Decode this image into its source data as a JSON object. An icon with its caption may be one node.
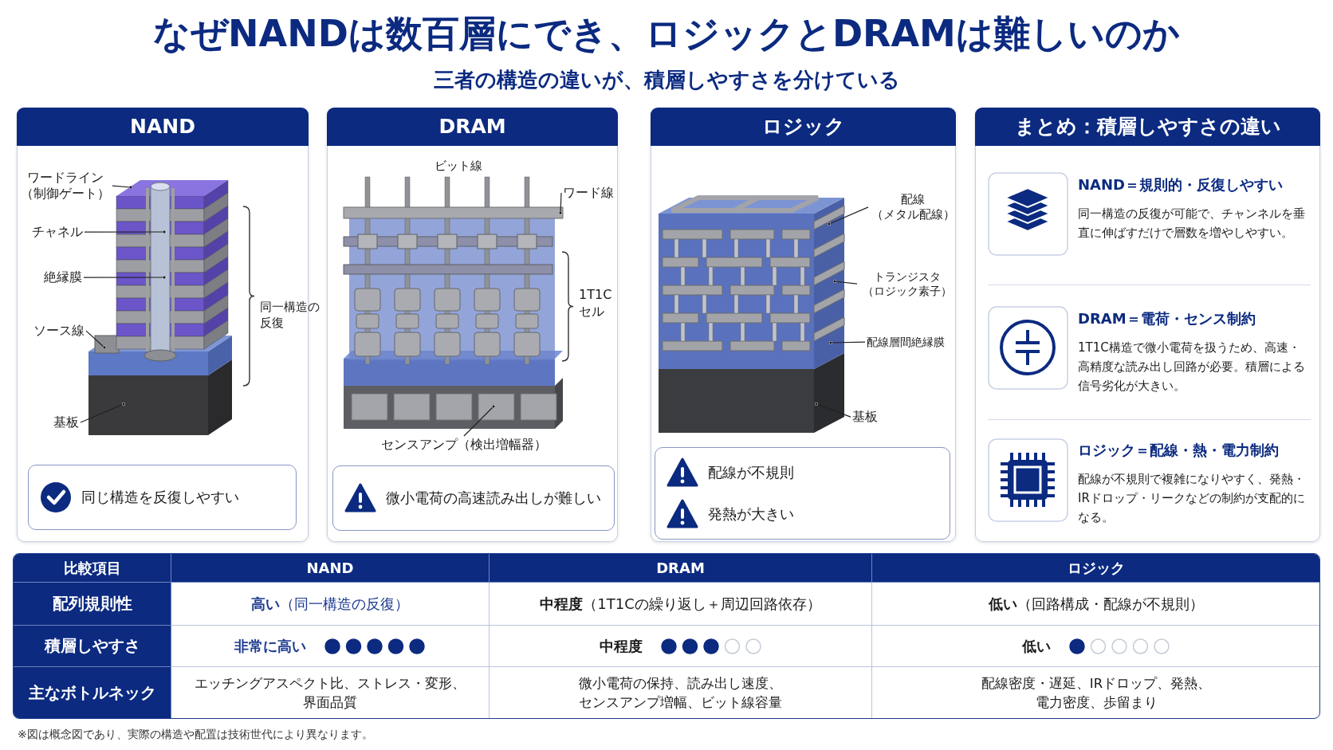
{
  "diagram": {
    "title": "なぜNANDは数百層にでき、ロジックとDRAMは難しいのか",
    "caption": "※図は概念図であり、実際の構造や配置は技術世代により異なります。",
    "nodes": [
      {
        "text": [
          "NAND"
        ]
      },
      {
        "text": [],
        "shape": "picture",
        "in": 0
      },
      {
        "text": [
          "ワードライン（制御ゲート）"
        ],
        "in": 0
      },
      {
        "text": [
          "チャネル"
        ],
        "in": 0
      },
      {
        "text": [
          "絶縁膜"
        ],
        "in": 0
      },
      {
        "text": [
          "ソース線"
        ],
        "in": 0
      },
      {
        "text": [
          "基板"
        ],
        "in": 0
      },
      {
        "text": [
          "同じ構造を反復しやすい"
        ],
        "in": 0
      },
      {
        "text": [
          "DRAM"
        ]
      },
      {
        "text": [],
        "shape": "picture",
        "in": 8
      },
      {
        "text": [
          "ワード線"
        ],
        "in": 8
      },
      {
        "text": [
          "センスアンプ（検出増幅器）"
        ],
        "in": 8
      },
      {
        "text": [
          "微小電荷の高速読み出しが難しい"
        ],
        "in": 8
      },
      {
        "text": [
          "ロジック"
        ]
      },
      {
        "text": [],
        "shape": "picture",
        "in": 13
      },
      {
        "text": [
          "配線（メタル配線）"
        ],
        "in": 13
      },
      {
        "text": [
          "トランジスタ（ロジック素子）"
        ],
        "in": 13
      },
      {
        "text": [
          "配線層間絶縁膜"
        ],
        "in": 13
      },
      {
        "text": [
          "基板"
        ],
        "in": 13
      },
      {
        "text": [
          "配線が不規則",
          "発熱が大きい"
        ],
        "in": 13
      },
      {
        "text": [
          "まとめ：積層しやすさの違い"
        ]
      }
    ],
    "edges": [
      {
        "from": 2,
        "to": 1,
        "arrow": "other"
      },
      {
        "from": 3,
        "to": 1,
        "arrow": "other"
      },
      {
        "from": 4,
        "to": 1,
        "arrow": "other"
      },
      {
        "from": 5,
        "to": 1,
        "arrow": "other"
      },
      {
        "from": 6,
        "to": 1,
        "arrow": "other"
      },
      {
        "from": 10,
        "to": 9,
        "arrow": "other"
      },
      {
        "from": 11,
        "to": 9,
        "arrow": "other"
      },
      {
        "from": 15,
        "to": 14,
        "arrow": "other"
      },
      {
        "from": 16,
        "to": 14,
        "arrow": "other"
      },
      {
        "from": 17,
        "to": 14,
        "arrow": "other"
      },
      {
        "from": 18,
        "to": 14,
        "arrow": "other"
      }
    ],
    "labels": [
      "三者の構造の違いが、積層しやすさを分けている",
      "同一構造の反復",
      "ビット線",
      "1T1Cセル",
      "NAND＝規則的・反復しやすい",
      "同一構造の反復が可能で、チャンネルを垂直に伸ばすだけで層数を増やしやすい。",
      "DRAM＝電荷・センス制約",
      "1T1C構造で微小電荷を扱うため、高速・高精度な読み出し回路が必要。積層による信号劣化が大きい。",
      "ロジック＝配線・熱・電力制約",
      "配線が不規則で複雑になりやすく、発熱・IRドロップ・リークなどの制約が支配的になる。",
      "比較項目",
      "NAND",
      "DRAM",
      "ロジック",
      "配列規則性",
      "**高い**（同一構造の反復）",
      "**中程度**（1T1Cの繰り返し＋周辺回路依存）",
      "**低い**（回路構成・配線が不規則）",
      "積層しやすさ",
      "非常に高い",
      "中程度",
      "低い",
      "主なボトルネック",
      "エッチングアスペクト比、ストレス・変形、界面品質",
      "微小電荷の保持、読み出し速度、センスアンプ増幅、ビット線容量",
      "配線密度・遅延、IRドロップ、発熱、電力密度、歩留まり"
    ]
  }
}
